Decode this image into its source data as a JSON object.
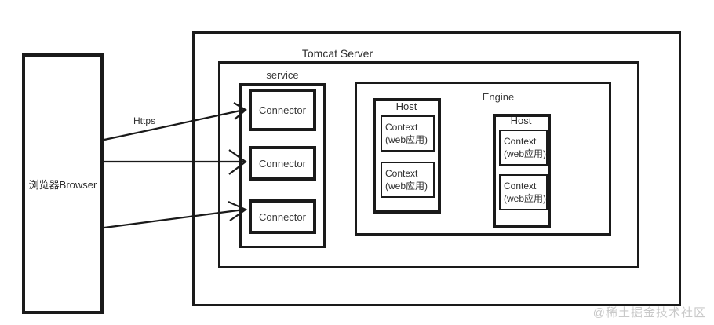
{
  "diagram": {
    "title": "Tomcat Server",
    "browser": {
      "label": "浏览器Browser"
    },
    "protocol": {
      "label": "Https"
    },
    "service": {
      "label": "service"
    },
    "engine": {
      "label": "Engine"
    },
    "connectors": [
      {
        "label": "Connector"
      },
      {
        "label": "Connector"
      },
      {
        "label": "Connector"
      }
    ],
    "hosts": [
      {
        "label": "Host",
        "contexts": [
          {
            "line1": "Context",
            "line2": "(web应用)"
          },
          {
            "line1": "Context",
            "line2": "(web应用)"
          }
        ]
      },
      {
        "label": "Host",
        "contexts": [
          {
            "line1": "Context",
            "line2": "(web应用)"
          },
          {
            "line1": "Context",
            "line2": "(web应用)"
          }
        ]
      }
    ],
    "watermark": "@稀土掘金技术社区",
    "colors": {
      "stroke": "#1a1a1a",
      "text": "#2e2e2e",
      "background": "#ffffff",
      "watermark": "#c9c9c9"
    }
  }
}
